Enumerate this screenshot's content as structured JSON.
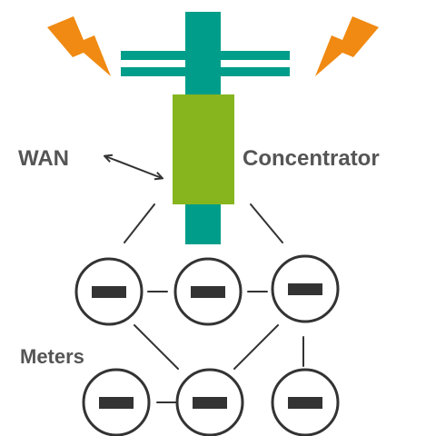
{
  "labels": {
    "wan": "WAN",
    "concentrator": "Concentrator",
    "meters": "Meters"
  },
  "colors": {
    "pole": "#009E8A",
    "concentrator_box": "#86B51E",
    "lightning": "#F08A12",
    "connector": "#333333",
    "meter_ring": "#333333",
    "meter_bar": "#333333",
    "label_text": "#555555"
  },
  "meters": [
    {
      "id": "meter-1",
      "row": 1,
      "col": 1
    },
    {
      "id": "meter-2",
      "row": 1,
      "col": 2
    },
    {
      "id": "meter-3",
      "row": 1,
      "col": 3
    },
    {
      "id": "meter-4",
      "row": 2,
      "col": 1
    },
    {
      "id": "meter-5",
      "row": 2,
      "col": 2
    },
    {
      "id": "meter-6",
      "row": 2,
      "col": 3
    }
  ],
  "links": [
    {
      "from": "concentrator",
      "to": "meter-1"
    },
    {
      "from": "concentrator",
      "to": "meter-3"
    },
    {
      "from": "meter-1",
      "to": "meter-2"
    },
    {
      "from": "meter-2",
      "to": "meter-3"
    },
    {
      "from": "meter-1",
      "to": "meter-5"
    },
    {
      "from": "meter-3",
      "to": "meter-5"
    },
    {
      "from": "meter-3",
      "to": "meter-6"
    },
    {
      "from": "meter-4",
      "to": "meter-5"
    }
  ],
  "icons": [
    "lightning-bolt-icon",
    "lightning-bolt-icon",
    "double-arrow-icon",
    "meter-icon"
  ]
}
